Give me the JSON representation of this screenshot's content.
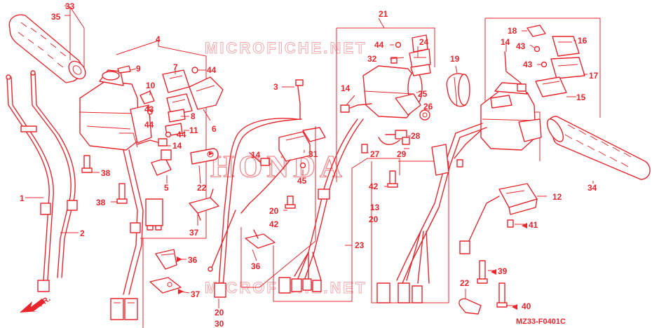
{
  "diagram": {
    "code": "MZ33-F0401C",
    "brand_watermark": "HONDA",
    "site_watermark": "MICROFICHE.NET",
    "direction_label": "FR.",
    "callouts": [
      {
        "id": "c33",
        "label": "33"
      },
      {
        "id": "c35",
        "label": "35"
      },
      {
        "id": "c4",
        "label": "4"
      },
      {
        "id": "c9",
        "label": "9"
      },
      {
        "id": "c7",
        "label": "7"
      },
      {
        "id": "c44a",
        "label": "44"
      },
      {
        "id": "c10",
        "label": "10"
      },
      {
        "id": "c43a",
        "label": "43"
      },
      {
        "id": "c8",
        "label": "8"
      },
      {
        "id": "c44b",
        "label": "44"
      },
      {
        "id": "c11",
        "label": "11"
      },
      {
        "id": "c44c",
        "label": "44"
      },
      {
        "id": "c6",
        "label": "6"
      },
      {
        "id": "c14a",
        "label": "14"
      },
      {
        "id": "c5",
        "label": "5"
      },
      {
        "id": "c38a",
        "label": "38"
      },
      {
        "id": "c38b",
        "label": "38"
      },
      {
        "id": "c1",
        "label": "1"
      },
      {
        "id": "c2",
        "label": "2"
      },
      {
        "id": "c3",
        "label": "3"
      },
      {
        "id": "c22a",
        "label": "22"
      },
      {
        "id": "c37a",
        "label": "37"
      },
      {
        "id": "c36a",
        "label": "36"
      },
      {
        "id": "c37b",
        "label": "37"
      },
      {
        "id": "c14b",
        "label": "14"
      },
      {
        "id": "c31",
        "label": "31"
      },
      {
        "id": "c45",
        "label": "45"
      },
      {
        "id": "c20a",
        "label": "20"
      },
      {
        "id": "c42a",
        "label": "42"
      },
      {
        "id": "c36b",
        "label": "36"
      },
      {
        "id": "c20b",
        "label": "20"
      },
      {
        "id": "c30",
        "label": "30"
      },
      {
        "id": "c21",
        "label": "21"
      },
      {
        "id": "c44d",
        "label": "44"
      },
      {
        "id": "c32",
        "label": "32"
      },
      {
        "id": "c24",
        "label": "24"
      },
      {
        "id": "c14c",
        "label": "14"
      },
      {
        "id": "c25",
        "label": "25"
      },
      {
        "id": "c26",
        "label": "26"
      },
      {
        "id": "c28",
        "label": "28"
      },
      {
        "id": "c27",
        "label": "27"
      },
      {
        "id": "c29",
        "label": "29"
      },
      {
        "id": "c19",
        "label": "19"
      },
      {
        "id": "c42b",
        "label": "42"
      },
      {
        "id": "c13",
        "label": "13"
      },
      {
        "id": "c20c",
        "label": "20"
      },
      {
        "id": "c23",
        "label": "23"
      },
      {
        "id": "c18",
        "label": "18"
      },
      {
        "id": "c14d",
        "label": "14"
      },
      {
        "id": "c43b",
        "label": "43"
      },
      {
        "id": "c16",
        "label": "16"
      },
      {
        "id": "c43c",
        "label": "43"
      },
      {
        "id": "c17",
        "label": "17"
      },
      {
        "id": "c15",
        "label": "15"
      },
      {
        "id": "c34",
        "label": "34"
      },
      {
        "id": "c12",
        "label": "12"
      },
      {
        "id": "c41",
        "label": "41"
      },
      {
        "id": "c39",
        "label": "39"
      },
      {
        "id": "c22b",
        "label": "22"
      },
      {
        "id": "c40",
        "label": "40"
      }
    ]
  }
}
